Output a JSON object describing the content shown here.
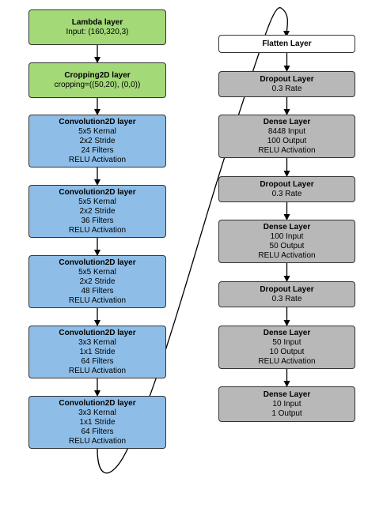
{
  "left_column": [
    {
      "id": "lambda",
      "title": "Lambda layer",
      "lines": [
        "Input: (160,320,3)"
      ],
      "color": "#a3d977"
    },
    {
      "id": "crop",
      "title": "Cropping2D layer",
      "lines": [
        "cropping=((50,20), (0,0))"
      ],
      "color": "#a3d977"
    },
    {
      "id": "conv1",
      "title": "Convolution2D layer",
      "lines": [
        "5x5 Kernal",
        "2x2 Stride",
        "24 Filters",
        "RELU Activation"
      ],
      "color": "#8ebee8"
    },
    {
      "id": "conv2",
      "title": "Convolution2D layer",
      "lines": [
        "5x5 Kernal",
        "2x2 Stride",
        "36 Filters",
        "RELU Activation"
      ],
      "color": "#8ebee8"
    },
    {
      "id": "conv3",
      "title": "Convolution2D layer",
      "lines": [
        "5x5 Kernal",
        "2x2 Stride",
        "48 Filters",
        "RELU Activation"
      ],
      "color": "#8ebee8"
    },
    {
      "id": "conv4",
      "title": "Convolution2D layer",
      "lines": [
        "3x3 Kernal",
        "1x1 Stride",
        "64 Filters",
        "RELU Activation"
      ],
      "color": "#8ebee8"
    },
    {
      "id": "conv5",
      "title": "Convolution2D layer",
      "lines": [
        "3x3 Kernal",
        "1x1 Stride",
        "64 Filters",
        "RELU Activation"
      ],
      "color": "#8ebee8"
    }
  ],
  "right_column": [
    {
      "id": "flatten",
      "title": "Flatten Layer",
      "lines": [],
      "color": "#ffffff"
    },
    {
      "id": "drop1",
      "title": "Dropout Layer",
      "lines": [
        "0.3 Rate"
      ],
      "color": "#b8b8b8"
    },
    {
      "id": "dense1",
      "title": "Dense Layer",
      "lines": [
        "8448 Input",
        "100 Output",
        "RELU Activation"
      ],
      "color": "#b8b8b8"
    },
    {
      "id": "drop2",
      "title": "Dropout Layer",
      "lines": [
        "0.3 Rate"
      ],
      "color": "#b8b8b8"
    },
    {
      "id": "dense2",
      "title": "Dense Layer",
      "lines": [
        "100 Input",
        "50 Output",
        "RELU Activation"
      ],
      "color": "#b8b8b8"
    },
    {
      "id": "drop3",
      "title": "Dropout Layer",
      "lines": [
        "0.3 Rate"
      ],
      "color": "#b8b8b8"
    },
    {
      "id": "dense3",
      "title": "Dense Layer",
      "lines": [
        "50 Input",
        "10 Output",
        "RELU Activation"
      ],
      "color": "#b8b8b8"
    },
    {
      "id": "dense4",
      "title": "Dense Layer",
      "lines": [
        "10 Input",
        "1 Output"
      ],
      "color": "#b8b8b8"
    }
  ]
}
